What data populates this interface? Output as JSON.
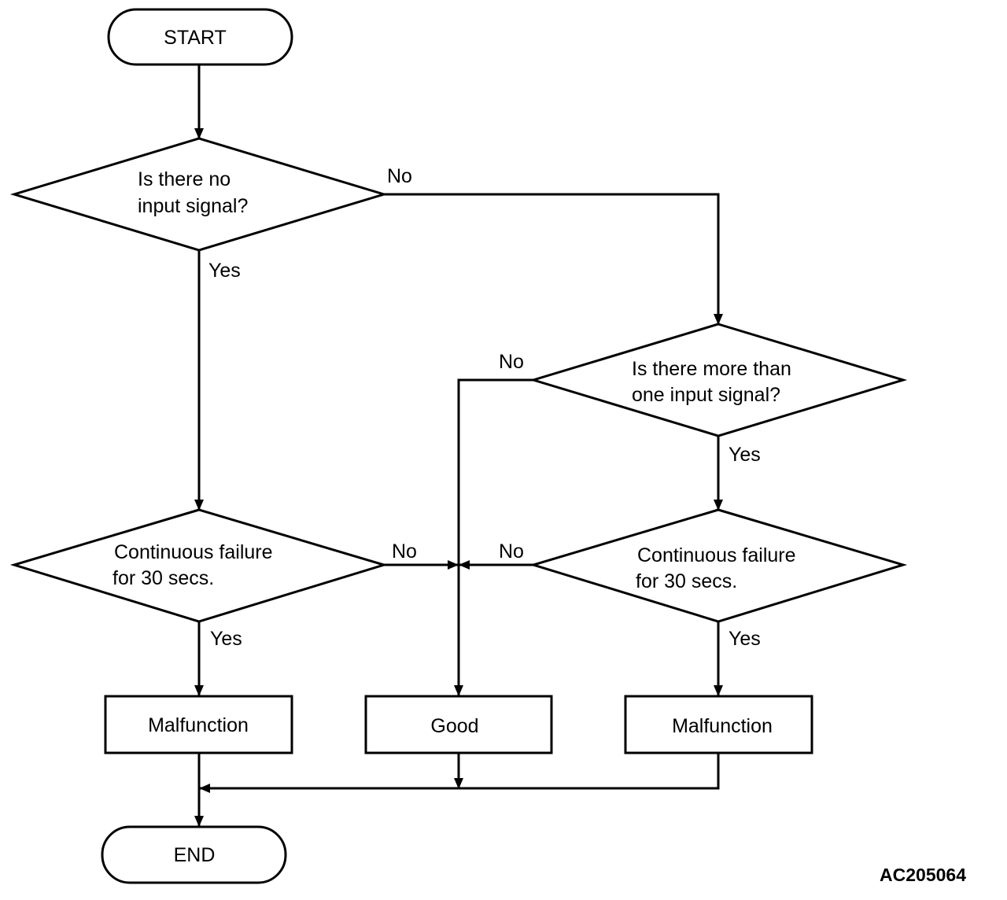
{
  "nodes": {
    "start": "START",
    "decision1": [
      "Is there no",
      "input signal?"
    ],
    "decision2": [
      "Is there more than",
      "one input signal?"
    ],
    "decision3": [
      "Continuous failure",
      "for 30 secs."
    ],
    "decision4": [
      "Continuous failure",
      "for 30 secs."
    ],
    "malfunction_left": "Malfunction",
    "good": "Good",
    "malfunction_right": "Malfunction",
    "end": "END"
  },
  "labels": {
    "d1_no": "No",
    "d1_yes": "Yes",
    "d2_no": "No",
    "d2_yes": "Yes",
    "d3_no": "No",
    "d3_yes": "Yes",
    "d4_no": "No",
    "d4_yes": "Yes"
  },
  "figure_code": "AC205064"
}
